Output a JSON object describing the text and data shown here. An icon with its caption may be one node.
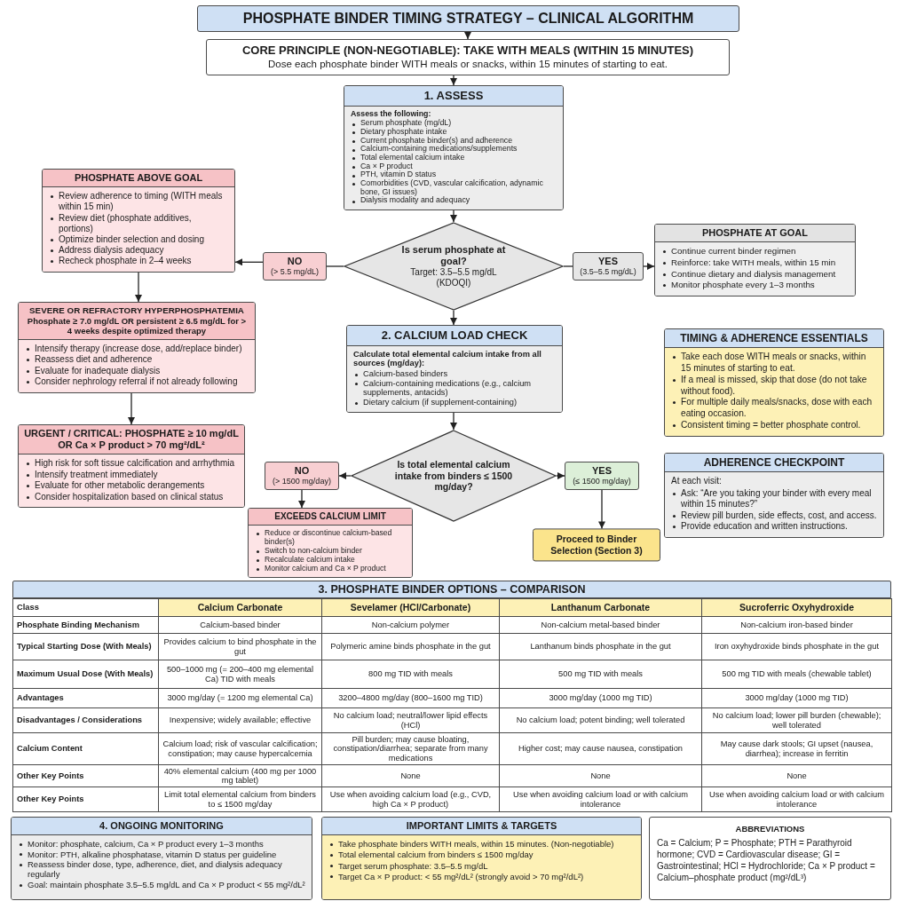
{
  "diagram": {
    "nodes": [
      {
        "text": [
          "PHOSPHATE BINDER TIMING STRATEGY – CLINICAL ALGORITHM"
        ]
      },
      {
        "text": [
          "CORE PRINCIPLE (NON-NEGOTIABLE): TAKE WITH MEALS (WITHIN 15 MINUTES)",
          "Dose each phosphate binder WITH meals or snacks, within 15 minutes of starting to eat."
        ]
      },
      {
        "text": [
          "1. ASSESS",
          "Assess the following:",
          "Serum phosphate (mg/dL)",
          "Dietary phosphate intake",
          "Current phosphate binder(s) and adherence",
          "Calcium-containing medications/supplements",
          "Total elemental calcium intake",
          "Ca × P product",
          "PTH, vitamin D status",
          "Comorbidities (CVD, vascular calcification, adynamic bone, GI issues)",
          "Dialysis modality and adequacy"
        ]
      },
      {
        "text": [
          "PHOSPHATE ABOVE GOAL",
          "Review adherence to timing (WITH meals within 15 min)",
          "Review diet (phosphate additives, portions)",
          "Optimize binder selection and dosing",
          "Address dialysis adequacy",
          "Recheck phosphate in 2–4 weeks"
        ]
      },
      {
        "text": [
          "NO",
          "(> 5.5 mg/dL)"
        ]
      },
      {
        "text": [
          "Is serum phosphate at goal?",
          "Target: 3.5–5.5 mg/dL (KDOQI)"
        ]
      },
      {
        "text": [
          "YES",
          "(3.5–5.5 mg/dL)"
        ]
      },
      {
        "text": [
          "PHOSPHATE AT GOAL",
          "Continue current binder regimen",
          "Reinforce: take WITH meals, within 15 min",
          "Continue dietary and dialysis management",
          "Monitor phosphate every 1–3 months"
        ]
      },
      {
        "text": [
          "SEVERE OR REFRACTORY HYPERPHOSPHATEMIA",
          "Phosphate ≥ 7.0 mg/dL OR persistent ≥ 6.5 mg/dL for > 4 weeks despite optimized therapy",
          "Intensify therapy (increase dose, add/replace binder)",
          "Reassess diet and adherence",
          "Evaluate for inadequate dialysis",
          "Consider nephrology referral if not already following"
        ]
      },
      {
        "text": [
          "2. CALCIUM LOAD CHECK",
          "Calculate total elemental calcium intake from all sources (mg/day):",
          "Calcium-based binders",
          "Calcium-containing medications (e.g., calcium supplements, antacids)",
          "Dietary calcium (if supplement-containing)"
        ]
      },
      {
        "text": [
          "TIMING & ADHERENCE ESSENTIALS",
          "Take each dose WITH meals or snacks, within 15 minutes of starting to eat.",
          "If a meal is missed, skip that dose (do not take without food).",
          "For multiple daily meals/snacks, dose with each eating occasion.",
          "Consistent timing = better phosphate control."
        ]
      },
      {
        "text": [
          "URGENT / CRITICAL: PHOSPHATE ≥ 10 mg/dL OR Ca × P product > 70 mg²/dL²",
          "High risk for soft tissue calcification and arrhythmia",
          "Intensify treatment immediately",
          "Evaluate for other metabolic derangements",
          "Consider hospitalization based on clinical status"
        ]
      },
      {
        "text": [
          "NO",
          "(> 1500 mg/day)"
        ]
      },
      {
        "text": [
          "Is total elemental calcium intake from binders ≤ 1500 mg/day?"
        ]
      },
      {
        "text": [
          "YES",
          "(≤ 1500 mg/day)"
        ]
      },
      {
        "text": [
          "ADHERENCE CHECKPOINT",
          "At each visit:",
          "Ask: “Are you taking your binder with every meal within 15 minutes?”",
          "Review pill burden, side effects, cost, and access.",
          "Provide education and written instructions."
        ]
      },
      {
        "text": [
          "EXCEEDS CALCIUM LIMIT",
          "Reduce or discontinue calcium-based binder(s)",
          "Switch to non-calcium binder",
          "Recalculate calcium intake",
          "Monitor calcium and Ca × P product"
        ]
      },
      {
        "text": [
          "Proceed to Binder Selection (Section 3)"
        ]
      },
      {
        "text": [
          "3. PHOSPHATE BINDER OPTIONS – COMPARISON"
        ]
      },
      {
        "text": [
          "4. ONGOING MONITORING",
          "Monitor: phosphate, calcium, Ca × P product every 1–3 months",
          "Monitor: PTH, alkaline phosphatase, vitamin D status per guideline",
          "Reassess binder dose, type, adherence, diet, and dialysis adequacy regularly",
          "Goal: maintain phosphate 3.5–5.5 mg/dL and Ca × P product < 55 mg²/dL²"
        ]
      },
      {
        "text": [
          "IMPORTANT LIMITS & TARGETS",
          "Take phosphate binders WITH meals, within 15 minutes. (Non-negotiable)",
          "Total elemental calcium from binders ≤ 1500 mg/day",
          "Target serum phosphate: 3.5–5.5 mg/dL",
          "Target Ca × P product: < 55 mg²/dL² (strongly avoid > 70 mg²/dL²)"
        ]
      },
      {
        "text": [
          "ABBREVIATIONS",
          "Ca = Calcium; P = Phosphate; PTH = Parathyroid hormone; CVD = Cardiovascular disease; GI = Gastrointestinal; HCl = Hydrochloride; Ca × P product = Calcium–phosphate product (mg²/dL³)"
        ]
      }
    ],
    "edges": [
      {
        "from": 0,
        "to": 1,
        "arrow": "to"
      },
      {
        "from": 1,
        "to": 2,
        "arrow": "to"
      },
      {
        "from": 2,
        "to": 5,
        "arrow": "to"
      },
      {
        "from": 5,
        "to": 4,
        "arrow": "none"
      },
      {
        "from": 4,
        "to": 3,
        "arrow": "to"
      },
      {
        "from": 5,
        "to": 6,
        "arrow": "none"
      },
      {
        "from": 6,
        "to": 7,
        "arrow": "to"
      },
      {
        "from": 5,
        "to": 9,
        "arrow": "to"
      },
      {
        "from": 3,
        "to": 8,
        "arrow": "to"
      },
      {
        "from": 8,
        "to": 11,
        "arrow": "to"
      },
      {
        "from": 9,
        "to": 13,
        "arrow": "to"
      },
      {
        "from": 13,
        "to": 12,
        "arrow": "to"
      },
      {
        "from": 13,
        "to": 14,
        "arrow": "to"
      },
      {
        "from": 12,
        "to": 16,
        "arrow": "to"
      },
      {
        "from": 14,
        "to": 17,
        "arrow": "to"
      }
    ],
    "labels": [
      "Class",
      "Calcium Carbonate",
      "Sevelamer (HCl/Carbonate)",
      "Lanthanum Carbonate",
      "Sucroferric Oxyhydroxide",
      "Phosphate Binding Mechanism",
      "Calcium-based binder",
      "Non-calcium polymer",
      "Non-calcium metal-based binder",
      "Non-calcium iron-based binder",
      "Typical Starting Dose (With Meals)",
      "Provides calcium to bind phosphate in the gut",
      "Polymeric amine binds phosphate in the gut",
      "Lanthanum binds phosphate in the gut",
      "Iron oxyhydroxide binds phosphate in the gut",
      "Maximum Usual Dose (With Meals)",
      "500–1000 mg (= 200–400 mg elemental Ca) TID with meals",
      "800 mg TID with meals",
      "500 mg TID with meals",
      "500 mg TID with meals (chewable tablet)",
      "Advantages",
      "3000 mg/day (= 1200 mg elemental Ca)",
      "3200–4800 mg/day (800–1600 mg TID)",
      "3000 mg/day (1000 mg TID)",
      "3000 mg/day (1000 mg TID)",
      "Disadvantages / Considerations",
      "Inexpensive; widely available; effective",
      "No calcium load; neutral/lower lipid effects (HCl)",
      "No calcium load; potent binding; well tolerated",
      "No calcium load; lower pill burden (chewable); well tolerated",
      "Calcium Content",
      "Calcium load; risk of vascular calcification; constipation; may cause hypercalcemia",
      "Pill burden; may cause bloating, constipation/diarrhea; separate from many medications",
      "Higher cost; may cause nausea, constipation",
      "May cause dark stools; GI upset (nausea, diarrhea); increase in ferritin",
      "Other Key Points",
      "40% elemental calcium (400 mg per 1000 mg tablet)",
      "None",
      "None",
      "None",
      "Other Key Points",
      "Limit total elemental calcium from binders to ≤ 1500 mg/day",
      "Use when avoiding calcium load (e.g., CVD, high Ca × P product)",
      "Use when avoiding calcium load or with calcium intolerance",
      "Use when avoiding calcium load or with calcium intolerance"
    ]
  }
}
